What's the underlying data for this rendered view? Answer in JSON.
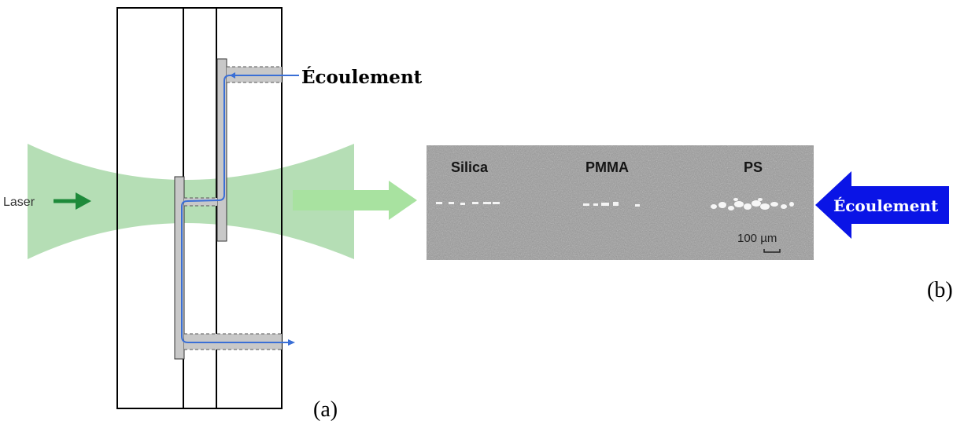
{
  "panel_a": {
    "laser_label": "Laser",
    "flow_label": "Écoulement",
    "caption": "(a)"
  },
  "panel_b": {
    "particle_labels": [
      "Silica",
      "PMMA",
      "PS"
    ],
    "scale_bar_label": "100 µm",
    "flow_label": "Écoulement",
    "caption": "(b)"
  },
  "colors": {
    "beam_green": "#a8d8a8",
    "laser_arrow": "#1e8a3a",
    "flow_path_blue": "#3a6fd6",
    "channel_gray": "#c8c8c8",
    "flow_arrow_blue": "#0a14e6",
    "transfer_arrow_green": "#a8e2a0"
  }
}
